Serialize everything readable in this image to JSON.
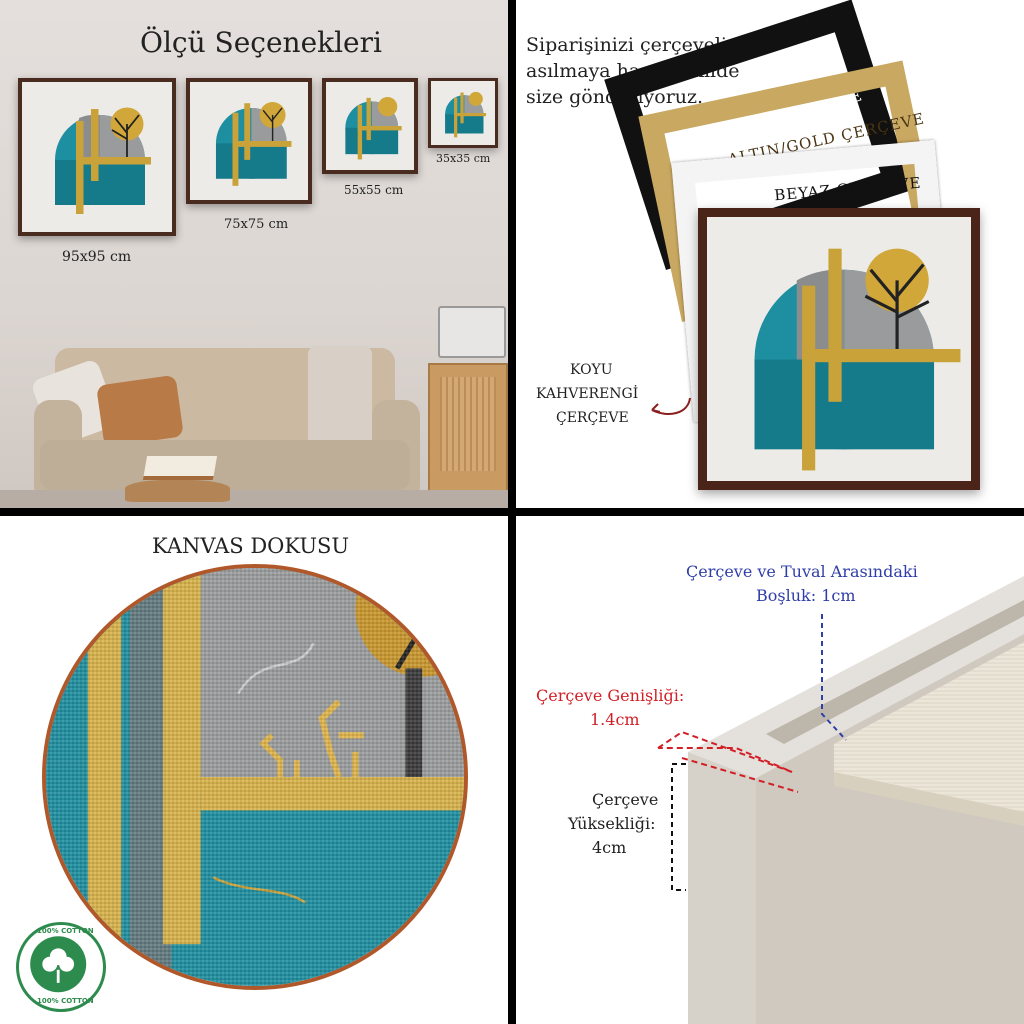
{
  "panel_sizes": {
    "title": "Ölçü Seçenekleri",
    "sizes": [
      {
        "label": "95x95 cm"
      },
      {
        "label": "75x75 cm"
      },
      {
        "label": "55x55 cm"
      },
      {
        "label": "35x35 cm"
      }
    ]
  },
  "panel_frames": {
    "intro_lines": [
      "Siparişinizi çerçeveli,",
      "asılmaya hazır şekilde",
      "size gönderiyoruz."
    ],
    "frames": {
      "black": "SİYAH ÇERÇEVE",
      "gold": "ALTIN/GOLD ÇERÇEVE",
      "white": "BEYAZ ÇERÇEVE"
    },
    "dark_brown_lines": [
      "KOYU",
      "KAHVERENGİ",
      "ÇERÇEVE"
    ]
  },
  "panel_canvas": {
    "title": "KANVAS DOKUSU",
    "badge_text": "100% COTTON"
  },
  "panel_specs": {
    "gap_label_lines": [
      "Çerçeve ve Tuval Arasındaki",
      "Boşluk: 1cm"
    ],
    "width_label_lines": [
      "Çerçeve Genişliği:",
      "1.4cm"
    ],
    "height_label_lines": [
      "Çerçeve",
      "Yüksekliği:",
      "4cm"
    ]
  },
  "colors": {
    "teal": "#1e8fa0",
    "gold": "#c9a23a",
    "grey": "#8d8f90",
    "wood_dark": "#4a2b1f",
    "gap_label": "#2f3ea8",
    "width_label": "#d21f26",
    "badge_green": "#2e8b4e"
  }
}
